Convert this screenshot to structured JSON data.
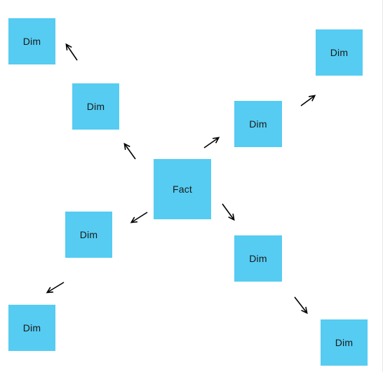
{
  "diagram": {
    "nodes": {
      "fact": {
        "label": "Fact"
      },
      "dim_upper_left_outer": {
        "label": "Dim"
      },
      "dim_upper_left_inner": {
        "label": "Dim"
      },
      "dim_upper_right_inner": {
        "label": "Dim"
      },
      "dim_upper_right_outer": {
        "label": "Dim"
      },
      "dim_lower_left_inner": {
        "label": "Dim"
      },
      "dim_lower_left_outer": {
        "label": "Dim"
      },
      "dim_lower_right_inner": {
        "label": "Dim"
      },
      "dim_lower_right_outer": {
        "label": "Dim"
      }
    },
    "edges": [
      {
        "from": "fact",
        "to": "dim_upper_left_inner"
      },
      {
        "from": "dim_upper_left_inner",
        "to": "dim_upper_left_outer"
      },
      {
        "from": "fact",
        "to": "dim_upper_right_inner"
      },
      {
        "from": "dim_upper_right_inner",
        "to": "dim_upper_right_outer"
      },
      {
        "from": "fact",
        "to": "dim_lower_left_inner"
      },
      {
        "from": "dim_lower_left_inner",
        "to": "dim_lower_left_outer"
      },
      {
        "from": "fact",
        "to": "dim_lower_right_inner"
      },
      {
        "from": "dim_lower_right_inner",
        "to": "dim_lower_right_outer"
      }
    ],
    "colors": {
      "node_fill": "#56ccf2",
      "arrow": "#000000",
      "label": "#1a1a1a"
    }
  }
}
